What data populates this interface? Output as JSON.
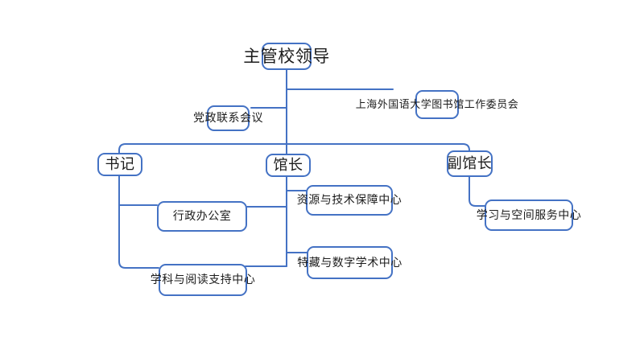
{
  "diagram_type": "org-chart",
  "colors": {
    "accent": "#4472c4",
    "text": "#1c1c1c",
    "background": "#ffffff"
  },
  "nodes": {
    "root": {
      "label": "主管校领导"
    },
    "party_meeting": {
      "label": "党政联系会议"
    },
    "committee": {
      "label": "上海外国语大学图书馆工作委员会"
    },
    "secretary": {
      "label": "书记"
    },
    "director": {
      "label": "馆长"
    },
    "deputy_director": {
      "label": "副馆长"
    },
    "admin_office": {
      "label": "行政办公室"
    },
    "resources_center": {
      "label": "资源与技术保障中心"
    },
    "special_collections_center": {
      "label": "特藏与数字学术中心"
    },
    "subject_reading_center": {
      "label": "学科与阅读支持中心"
    },
    "learning_space_center": {
      "label": "学习与空间服务中心"
    }
  },
  "edges": [
    {
      "from": "root",
      "to": "party_meeting"
    },
    {
      "from": "root",
      "to": "committee"
    },
    {
      "from": "root",
      "to": "secretary"
    },
    {
      "from": "root",
      "to": "director"
    },
    {
      "from": "root",
      "to": "deputy_director"
    },
    {
      "from": "secretary",
      "to": "admin_office"
    },
    {
      "from": "secretary",
      "to": "subject_reading_center"
    },
    {
      "from": "director",
      "to": "resources_center"
    },
    {
      "from": "director",
      "to": "special_collections_center"
    },
    {
      "from": "director",
      "to": "admin_office"
    },
    {
      "from": "director",
      "to": "subject_reading_center"
    },
    {
      "from": "deputy_director",
      "to": "learning_space_center"
    }
  ]
}
